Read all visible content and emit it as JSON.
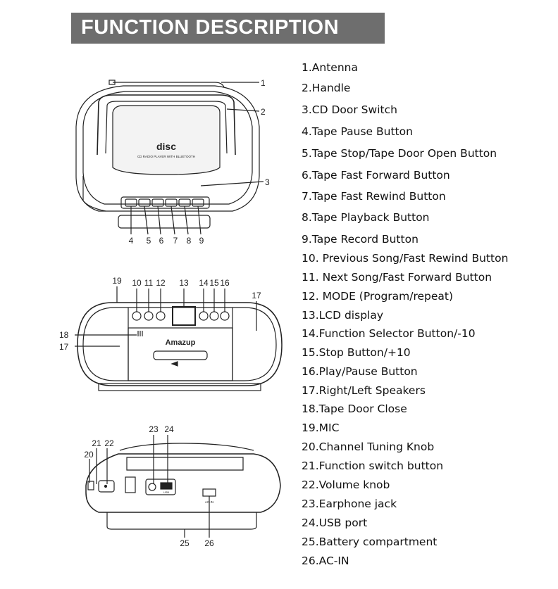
{
  "header": {
    "title": "FUNCTION DESCRIPTION"
  },
  "items": [
    "1.Antenna",
    "2.Handle",
    "3.CD Door Switch",
    "4.Tape Pause Button",
    "5.Tape Stop/Tape Door Open Button",
    "6.Tape Fast Forward Button",
    "7.Tape Fast Rewind Button",
    "8.Tape Playback Button",
    "9.Tape Record Button",
    "10. Previous Song/Fast Rewind Button",
    "11. Next Song/Fast Forward Button",
    "12.  MODE (Program/repeat)",
    "13.LCD display",
    "14.Function Selector Button/-10",
    "15.Stop Button/+10",
    "16.Play/Pause Button",
    "17.Right/Left Speakers",
    "18.Tape Door Close",
    "19.MIC",
    "20.Channel Tuning Knob",
    "21.Function switch button",
    "22.Volume knob",
    "23.Earphone jack",
    "24.USB port",
    "25.Battery compartment",
    "26.AC-IN"
  ],
  "diagram_top": {
    "callouts": [
      "1",
      "2",
      "3",
      "4",
      "5",
      "6",
      "7",
      "8",
      "9"
    ],
    "product_text": [
      "disc",
      "CD RADIO PLAYER WITH BLUETOOTH"
    ]
  },
  "diagram_front": {
    "callouts": [
      "19",
      "10",
      "11",
      "12",
      "13",
      "14",
      "15",
      "16",
      "17",
      "18",
      "17"
    ],
    "brand": "Amazup"
  },
  "diagram_back": {
    "callouts": [
      "23",
      "24",
      "21",
      "22",
      "20",
      "25",
      "26"
    ],
    "port_labels": [
      "USB",
      "AC-IN"
    ]
  }
}
